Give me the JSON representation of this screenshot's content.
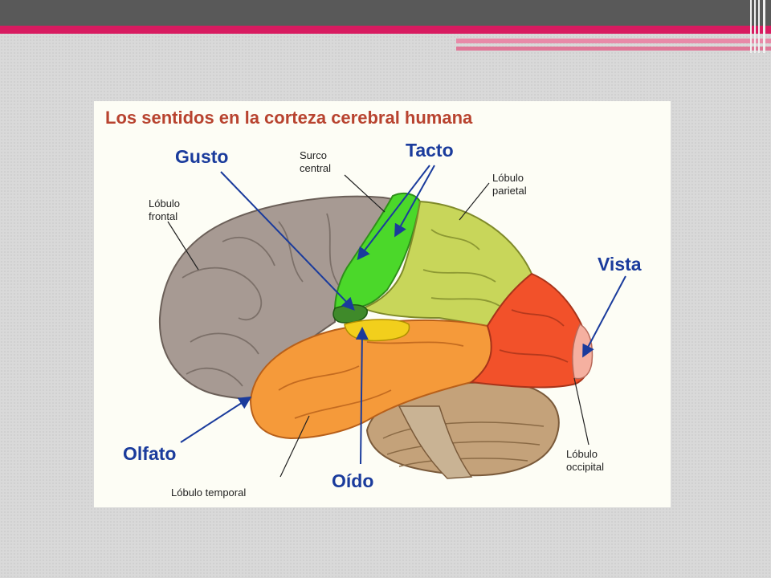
{
  "slide": {
    "colors": {
      "header": "#595959",
      "accent": "#d81b60"
    }
  },
  "diagram": {
    "title": "Los sentidos en la corteza cerebral humana",
    "senses": {
      "gusto": "Gusto",
      "tacto": "Tacto",
      "vista": "Vista",
      "olfato": "Olfato",
      "oido": "Oído"
    },
    "labels": {
      "frontal_1": "Lóbulo",
      "frontal_2": "frontal",
      "surco_1": "Surco",
      "surco_2": "central",
      "parietal_1": "Lóbulo",
      "parietal_2": "parietal",
      "occipital_1": "Lóbulo",
      "occipital_2": "occipital",
      "temporal": "Lóbulo temporal"
    },
    "colors": {
      "frontal": "#a79a93",
      "motor": "#4bd82a",
      "parietal": "#c8d65a",
      "temporal": "#f59a3a",
      "occipital": "#f2512a",
      "vision": "#f5b0a0",
      "hearing": "#f2cf1c",
      "taste": "#3f8a2a",
      "cerebellum": "#c4a27a",
      "arrow": "#1a3b9c"
    }
  }
}
